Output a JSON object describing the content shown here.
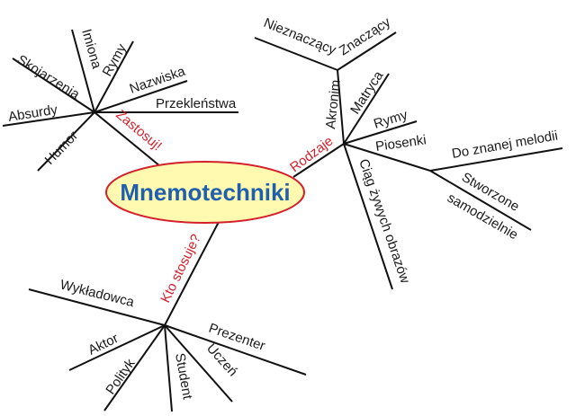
{
  "colors": {
    "ellipse_fill": "#FFFAB0",
    "ellipse_stroke": "#D4202B",
    "center_text": "#1F5FAF",
    "branch_label": "#D4202B",
    "lines": "#111111"
  },
  "center": {
    "label": "Mnemotechniki"
  },
  "branches": {
    "zastosuj": {
      "label": "Zastosuj!",
      "leaves": [
        "Imiona",
        "Rymy",
        "Nazwiska",
        "Przekleństwa",
        "Skojarzenia",
        "Absurdy",
        "Humor"
      ]
    },
    "rodzaje": {
      "label": "Rodzaje",
      "akronim": {
        "label": "Akronim",
        "leaves": [
          "Nieznaczący",
          "Znaczący"
        ]
      },
      "matryca": "Matryca",
      "rymy": "Rymy",
      "piosenki": {
        "label": "Piosenki",
        "leaves": [
          "Do znanej melodii",
          "Stworzone",
          "samodzielnie"
        ]
      },
      "ciag": "Ciąg żywych obrazów"
    },
    "kto": {
      "label": "Kto stosuje?",
      "leaves": [
        "Wykładowca",
        "Aktor",
        "Polityk",
        "Student",
        "Uczeń",
        "Prezenter"
      ]
    }
  }
}
